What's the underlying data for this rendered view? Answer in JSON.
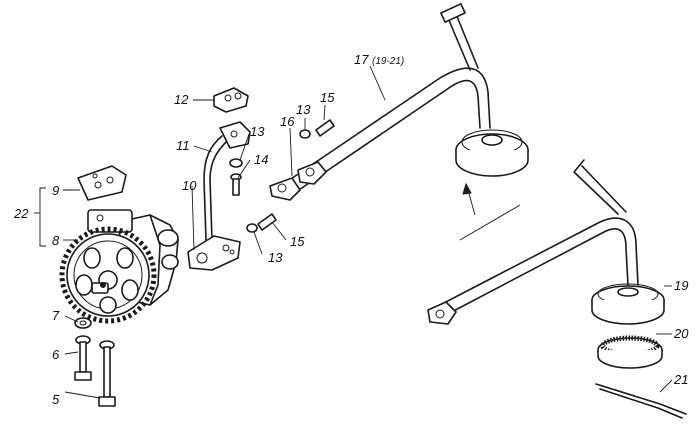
{
  "labels": {
    "l5": "5",
    "l6": "6",
    "l7": "7",
    "l8": "8",
    "l9": "9",
    "l10": "10",
    "l11": "11",
    "l12": "12",
    "l13a": "13",
    "l13b": "13",
    "l13c": "13",
    "l14": "14",
    "l15a": "15",
    "l15b": "15",
    "l16": "16",
    "l17": "17",
    "l17sub": "(19-21)",
    "l19": "19",
    "l20": "20",
    "l21": "21",
    "l22": "22"
  }
}
